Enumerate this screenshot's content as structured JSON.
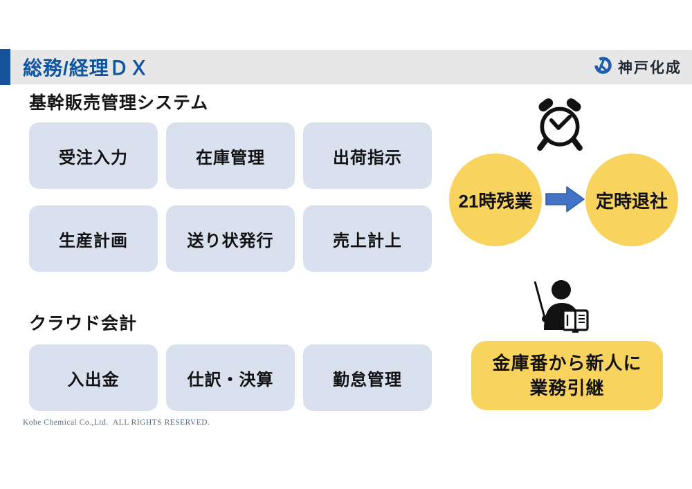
{
  "header": {
    "title": "総務/経理ＤＸ",
    "logo": {
      "company": "神戸化成"
    }
  },
  "sections": [
    {
      "heading": "基幹販売管理システム",
      "boxes": [
        "受注入力",
        "在庫管理",
        "出荷指示",
        "生産計画",
        "送り状発行",
        "売上計上"
      ]
    },
    {
      "heading": "クラウド会計",
      "boxes": [
        "入出金",
        "仕訳・決算",
        "勤怠管理"
      ]
    }
  ],
  "flow": {
    "before": "21時残業",
    "after": "定時退社"
  },
  "handover": {
    "line1": "金庫番から新人に",
    "line2": "業務引継"
  },
  "footer": "Kobe Chemical Co.,Ltd.  ALL RIGHTS RESERVED.",
  "colors": {
    "accent_blue": "#17539b",
    "title_blue": "#0f55a0",
    "logo_blue": "#1c5cab",
    "box_fill": "#d9e1ef",
    "highlight_yellow": "#f8d45e",
    "arrow_blue": "#4472c4",
    "header_gray": "#e7e7e7"
  }
}
